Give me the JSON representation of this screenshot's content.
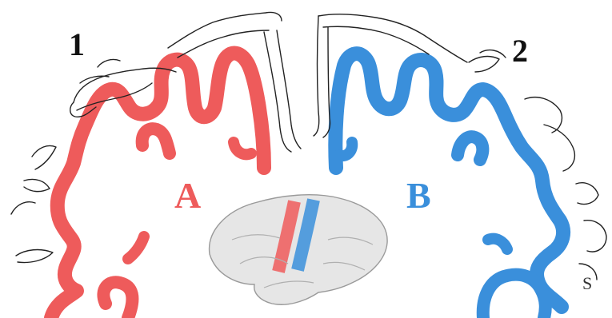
{
  "labels": {
    "motor_number": "1",
    "sensory_number": "2",
    "motor_cortex": "A",
    "sensory_cortex": "B",
    "small_letter": "S"
  },
  "colors": {
    "motor": "#ee5b5b",
    "sensory": "#3a8fdb",
    "outline": "#222222",
    "brain_fill": "#e6e6e6"
  },
  "icons": {
    "motor_homunculus": "motor-homunculus-drawing",
    "sensory_homunculus": "sensory-homunculus-drawing",
    "brain_inset": "lateral-brain-icon"
  }
}
